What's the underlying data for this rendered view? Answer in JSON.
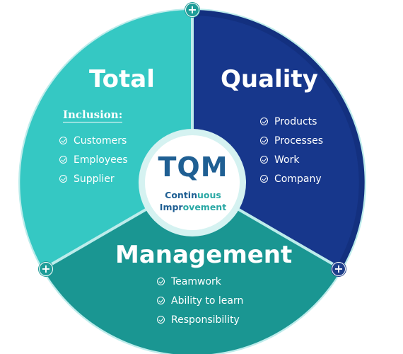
{
  "center": {
    "title": "TQM",
    "line1_a": "Contin",
    "line1_b": "uous",
    "line2_a": "Impr",
    "line2_b": "ovement"
  },
  "total": {
    "title": "Total",
    "inclusion_label": "Inclusion:",
    "items": [
      "Customers",
      "Employees",
      "Supplier"
    ]
  },
  "quality": {
    "title": "Quality",
    "items": [
      "Products",
      "Processes",
      "Work",
      "Company"
    ]
  },
  "management": {
    "title": "Management",
    "items": [
      "Teamwork",
      "Ability to learn",
      "Responsibility"
    ]
  },
  "colors": {
    "total": "#35c8c3",
    "quality": "#13307f",
    "management": "#1a9692",
    "center_text": "#1f5f93"
  },
  "icons": [
    "plus-icon",
    "check-circle-icon"
  ]
}
